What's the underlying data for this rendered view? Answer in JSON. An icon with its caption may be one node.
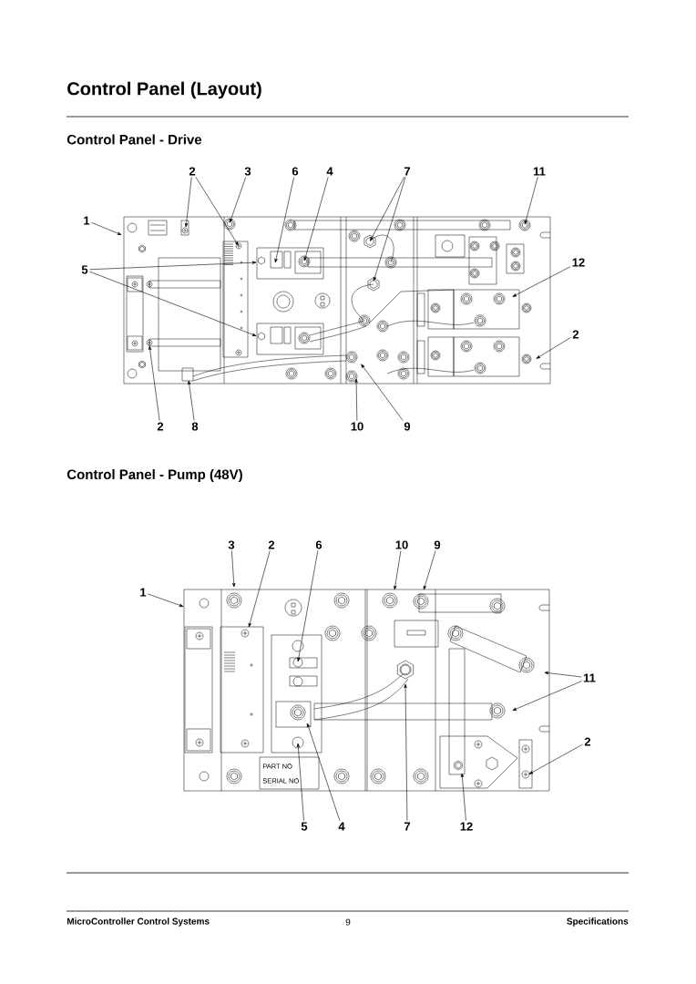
{
  "diagram": {
    "title": "Control Panel (Layout)",
    "nodes": [
      {
        "text": [
          "2"
        ]
      },
      {
        "text": [
          "3"
        ]
      },
      {
        "text": [
          "6"
        ]
      },
      {
        "text": [
          "4"
        ]
      },
      {
        "text": [
          "7"
        ]
      },
      {
        "text": [
          "11"
        ]
      },
      {
        "text": [
          "1"
        ]
      },
      {
        "text": [
          "5"
        ]
      },
      {
        "text": [
          "12"
        ]
      },
      {
        "text": [
          "2"
        ]
      },
      {
        "text": [
          "2"
        ]
      },
      {
        "text": [
          "8"
        ]
      },
      {
        "text": [
          "10"
        ]
      },
      {
        "text": [
          "9"
        ]
      },
      {
        "text": [
          "3"
        ]
      },
      {
        "text": [
          "2"
        ]
      },
      {
        "text": [
          "6"
        ]
      },
      {
        "text": [
          "10"
        ]
      },
      {
        "text": [
          "9"
        ]
      },
      {
        "text": [
          "1"
        ]
      },
      {
        "text": [
          "11"
        ]
      },
      {
        "text": [
          "2"
        ]
      },
      {
        "text": [
          "5"
        ]
      },
      {
        "text": [
          "4"
        ]
      },
      {
        "text": [
          "7"
        ]
      },
      {
        "text": [
          "12"
        ]
      },
      {
        "text": [],
        "shape": "picture"
      },
      {
        "text": [],
        "shape": "picture"
      }
    ],
    "edges": [
      {
        "from": 0,
        "to": 26,
        "arrow": "to"
      },
      {
        "from": 0,
        "to": 26,
        "arrow": "to"
      },
      {
        "from": 1,
        "to": 26,
        "arrow": "to"
      },
      {
        "from": 2,
        "to": 26,
        "arrow": "to"
      },
      {
        "from": 3,
        "to": 26,
        "arrow": "to"
      },
      {
        "from": 4,
        "to": 26,
        "arrow": "to"
      },
      {
        "from": 4,
        "to": 26,
        "arrow": "to"
      },
      {
        "from": 5,
        "to": 26,
        "arrow": "to"
      },
      {
        "from": 6,
        "to": 26,
        "arrow": "to"
      },
      {
        "from": 7,
        "to": 26,
        "arrow": "to"
      },
      {
        "from": 7,
        "to": 26,
        "arrow": "to"
      },
      {
        "from": 8,
        "to": 26,
        "arrow": "to"
      },
      {
        "from": 9,
        "to": 26,
        "arrow": "to"
      },
      {
        "from": 10,
        "to": 26,
        "arrow": "to"
      },
      {
        "from": 11,
        "to": 26,
        "arrow": "to"
      },
      {
        "from": 12,
        "to": 26,
        "arrow": "to"
      },
      {
        "from": 13,
        "to": 26,
        "arrow": "to"
      },
      {
        "from": 14,
        "to": 27,
        "arrow": "to"
      },
      {
        "from": 15,
        "to": 27,
        "arrow": "to"
      },
      {
        "from": 16,
        "to": 27,
        "arrow": "to"
      },
      {
        "from": 17,
        "to": 27,
        "arrow": "to"
      },
      {
        "from": 18,
        "to": 27,
        "arrow": "to"
      },
      {
        "from": 19,
        "to": 27,
        "arrow": "to"
      },
      {
        "from": 20,
        "to": 27,
        "arrow": "to"
      },
      {
        "from": 20,
        "to": 27,
        "arrow": "to"
      },
      {
        "from": 21,
        "to": 27,
        "arrow": "to"
      },
      {
        "from": 22,
        "to": 27,
        "arrow": "to"
      },
      {
        "from": 23,
        "to": 27,
        "arrow": "to"
      },
      {
        "from": 24,
        "to": 27,
        "arrow": "to"
      },
      {
        "from": 25,
        "to": 27,
        "arrow": "to"
      }
    ],
    "labels": [
      "Control Panel - Drive",
      "Control Panel - Pump (48V)",
      "PART NO",
      "SERIAL NO",
      "MicroController Control Systems",
      "9",
      "Specifications"
    ]
  }
}
